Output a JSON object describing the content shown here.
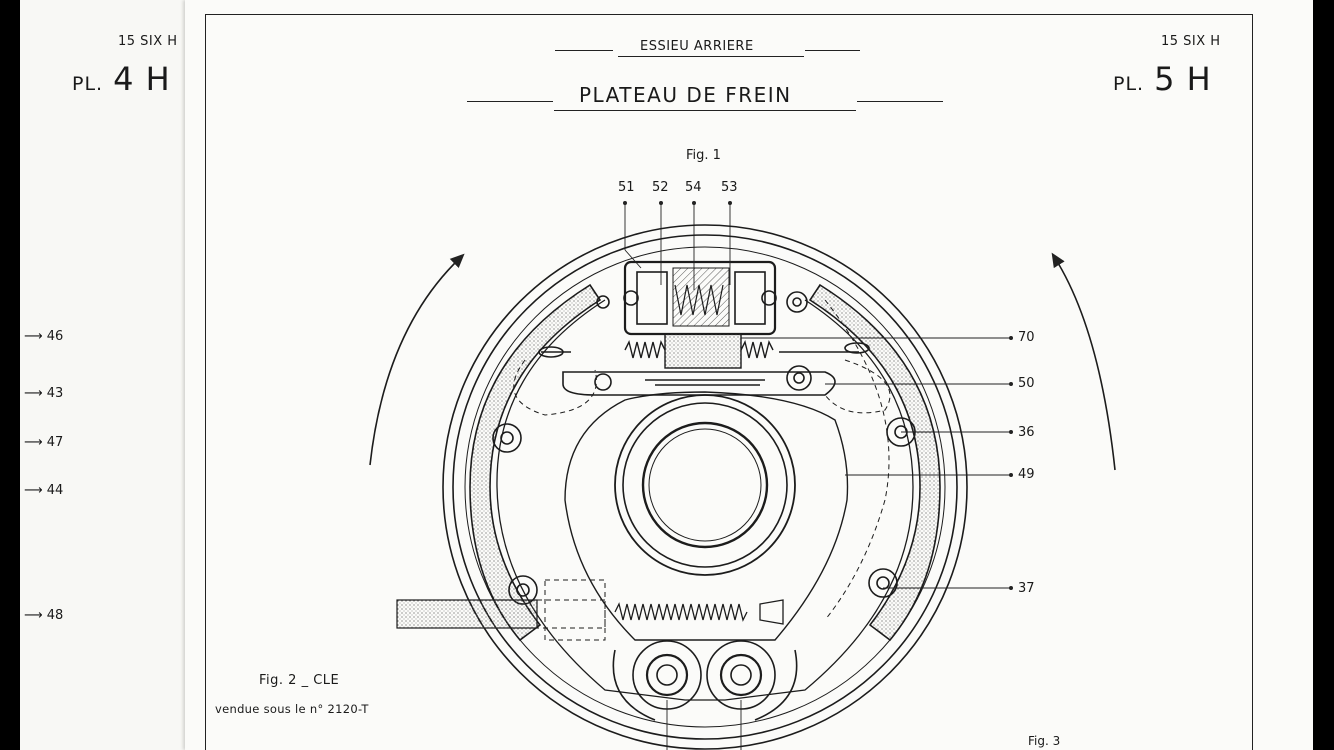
{
  "left_page": {
    "series_label": "15 SIX H",
    "plate_prefix": "PL.",
    "plate_number": "4 H",
    "callouts": [
      "46",
      "43",
      "47",
      "44",
      "48"
    ]
  },
  "right_page": {
    "series_label": "15 SIX H",
    "plate_prefix": "PL.",
    "plate_number": "5 H",
    "section_title": "ESSIEU ARRIERE",
    "page_title": "PLATEAU DE FREIN",
    "fig1_label": "Fig. 1",
    "fig2_label": "Fig. 2 _ CLE",
    "fig2_caption": "vendue sous le n° 2120-T",
    "fig3_label": "Fig. 3",
    "top_callouts": [
      "51",
      "52",
      "54",
      "53"
    ],
    "right_callouts": [
      "70",
      "50",
      "36",
      "49",
      "37"
    ]
  }
}
